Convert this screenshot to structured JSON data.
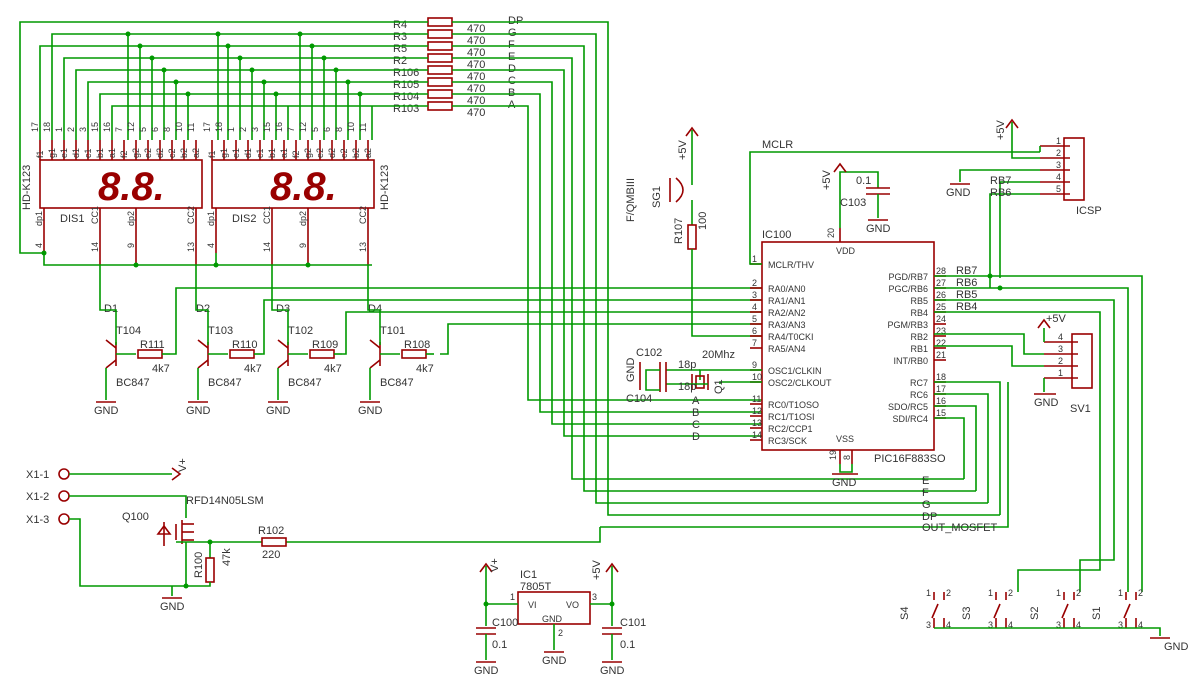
{
  "resistor_bank": [
    {
      "ref": "R4",
      "value": "470",
      "seg": "DP"
    },
    {
      "ref": "R3",
      "value": "470",
      "seg": "G"
    },
    {
      "ref": "R5",
      "value": "470",
      "seg": "F"
    },
    {
      "ref": "R2",
      "value": "470",
      "seg": "E"
    },
    {
      "ref": "R106",
      "value": "470",
      "seg": "D"
    },
    {
      "ref": "R105",
      "value": "470",
      "seg": "C"
    },
    {
      "ref": "R104",
      "value": "470",
      "seg": "B"
    },
    {
      "ref": "R103",
      "value": "470",
      "seg": "A"
    }
  ],
  "displays": {
    "dis1": {
      "name": "DIS1",
      "part": "HD-K123",
      "glyph": "8.8.",
      "cc1": "CC1",
      "cc2": "CC2",
      "dp1": "dp1",
      "dp2": "dp2",
      "pin_cc1": "14",
      "pin_cc2": "13",
      "pin_dp1": "4",
      "pin_dp2": "9"
    },
    "dis2": {
      "name": "DIS2",
      "part": "HD-K123",
      "glyph": "8.8.",
      "cc1": "CC1",
      "cc2": "CC2",
      "dp1": "dp1",
      "dp2": "dp2",
      "pin_cc1": "14",
      "pin_cc2": "13",
      "pin_dp1": "4",
      "pin_dp2": "9"
    },
    "top_pins": [
      "17",
      "18",
      "1",
      "2",
      "3",
      "15",
      "16",
      "7",
      "12",
      "5",
      "6",
      "8",
      "10",
      "11"
    ],
    "top_labels": [
      "f1",
      "g1",
      "e1",
      "d1",
      "c1",
      "b1",
      "a1",
      "f2",
      "g2",
      "e2",
      "d2",
      "c2",
      "b2",
      "a2"
    ]
  },
  "transistors": [
    {
      "ref": "T104",
      "type": "BC847",
      "label": "D1",
      "rref": "R111",
      "rval": "4k7"
    },
    {
      "ref": "T103",
      "type": "BC847",
      "label": "D2",
      "rref": "R110",
      "rval": "4k7"
    },
    {
      "ref": "T102",
      "type": "BC847",
      "label": "D3",
      "rref": "R109",
      "rval": "4k7"
    },
    {
      "ref": "T101",
      "type": "BC847",
      "label": "D4",
      "rref": "R108",
      "rval": "4k7"
    }
  ],
  "gnd": "GND",
  "vplus": "V+",
  "plus5v": "+5V",
  "buzzer": {
    "ref": "SG1",
    "part": "F/QMBIII",
    "rref": "R107",
    "rval": "100"
  },
  "mcu": {
    "ref": "IC100",
    "part": "PIC16F883SO",
    "left_pins": [
      {
        "num": "1",
        "name": "MCLR/THV"
      },
      {
        "num": "2",
        "name": "RA0/AN0"
      },
      {
        "num": "3",
        "name": "RA1/AN1"
      },
      {
        "num": "4",
        "name": "RA2/AN2"
      },
      {
        "num": "5",
        "name": "RA3/AN3"
      },
      {
        "num": "6",
        "name": "RA4/T0CKI"
      },
      {
        "num": "7",
        "name": "RA5/AN4"
      },
      {
        "num": "9",
        "name": "OSC1/CLKIN"
      },
      {
        "num": "10",
        "name": "OSC2/CLKOUT"
      },
      {
        "num": "11",
        "name": "RC0/T1OSO"
      },
      {
        "num": "12",
        "name": "RC1/T1OSI"
      },
      {
        "num": "13",
        "name": "RC2/CCP1"
      },
      {
        "num": "14",
        "name": "RC3/SCK"
      }
    ],
    "right_pins": [
      {
        "num": "28",
        "name": "PGD/RB7",
        "net": "RB7"
      },
      {
        "num": "27",
        "name": "PGC/RB6",
        "net": "RB6"
      },
      {
        "num": "26",
        "name": "RB5",
        "net": "RB5"
      },
      {
        "num": "25",
        "name": "RB4",
        "net": "RB4"
      },
      {
        "num": "24",
        "name": "PGM/RB3",
        "net": ""
      },
      {
        "num": "23",
        "name": "RB2",
        "net": ""
      },
      {
        "num": "22",
        "name": "RB1",
        "net": ""
      },
      {
        "num": "21",
        "name": "INT/RB0",
        "net": ""
      },
      {
        "num": "18",
        "name": "RC7",
        "net": ""
      },
      {
        "num": "17",
        "name": "RC6",
        "net": ""
      },
      {
        "num": "16",
        "name": "SDO/RC5",
        "net": ""
      },
      {
        "num": "15",
        "name": "SDI/RC4",
        "net": ""
      }
    ],
    "vdd": "VDD",
    "vdd_pin": "20",
    "vss": "VSS",
    "vss_pins": [
      "19",
      "8"
    ]
  },
  "crystal": {
    "ref": "Q1",
    "freq": "20Mhz",
    "c1ref": "C102",
    "c2ref": "C104",
    "cval": "18p"
  },
  "c103": {
    "ref": "C103",
    "value": "0.1"
  },
  "icsp": {
    "ref": "ICSP",
    "pins": [
      "1",
      "2",
      "3",
      "4",
      "5"
    ],
    "nets": {
      "mclr": "MCLR",
      "rb7": "RB7",
      "rb6": "RB6"
    }
  },
  "sv1": {
    "ref": "SV1",
    "pins": [
      "4",
      "3",
      "2",
      "1"
    ]
  },
  "connector": [
    "X1-1",
    "X1-2",
    "X1-3"
  ],
  "mosfet": {
    "ref": "Q100",
    "part": "RFD14N05LSM",
    "r100": "R100",
    "r100v": "47k",
    "r102": "R102",
    "r102v": "220"
  },
  "regulator": {
    "ref": "IC1",
    "part": "7805T",
    "vi": "VI",
    "vo": "VO",
    "gnd": "GND",
    "pin1": "1",
    "pin2": "2",
    "pin3": "3",
    "c100": "C100",
    "c101": "C101",
    "cval": "0.1"
  },
  "bus_labels": {
    "a": "A",
    "b": "B",
    "c": "C",
    "d": "D",
    "e": "E",
    "f": "F",
    "g": "G",
    "dp": "DP",
    "out": "OUT_MOSFET"
  },
  "switches": [
    {
      "ref": "S4",
      "pins": [
        "1",
        "2",
        "3",
        "4"
      ]
    },
    {
      "ref": "S3",
      "pins": [
        "1",
        "2",
        "3",
        "4"
      ]
    },
    {
      "ref": "S2",
      "pins": [
        "1",
        "2",
        "3",
        "4"
      ]
    },
    {
      "ref": "S1",
      "pins": [
        "1",
        "2",
        "3",
        "4"
      ]
    }
  ]
}
